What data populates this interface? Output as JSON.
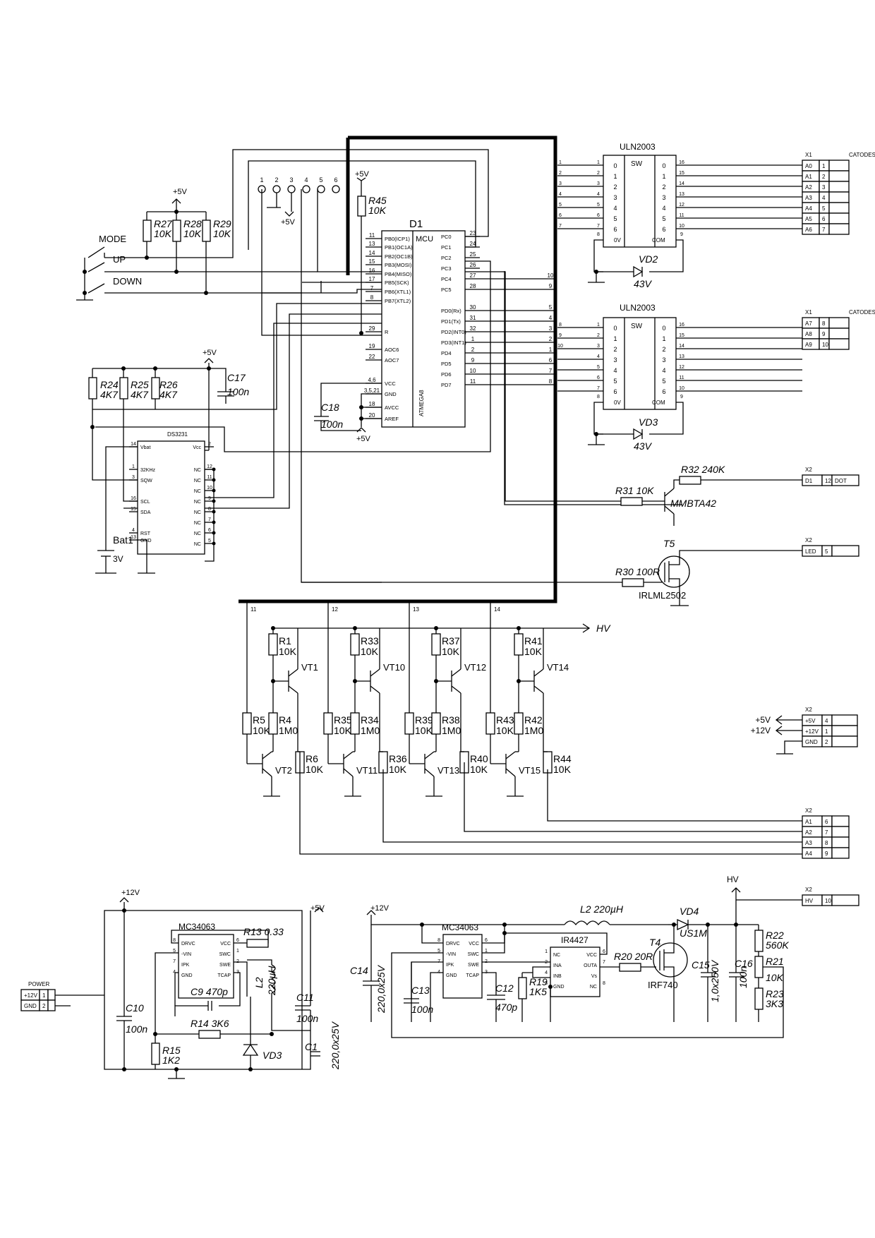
{
  "mcu": {
    "ref": "D1",
    "type": "MCU",
    "part": "ATMEGA8",
    "left_pins": [
      {
        "num": "11",
        "name": "PB0(ICP1)"
      },
      {
        "num": "13",
        "name": "PB1(OC1A)"
      },
      {
        "num": "14",
        "name": "PB2(OC1B)"
      },
      {
        "num": "15",
        "name": "PB3(MOSI)"
      },
      {
        "num": "16",
        "name": "PB4(MISO)"
      },
      {
        "num": "17",
        "name": "PB5(SCK)"
      },
      {
        "num": "7",
        "name": "PB6(XTL1)"
      },
      {
        "num": "8",
        "name": "PB7(XTL2)"
      },
      {
        "num": "29",
        "name": "R"
      },
      {
        "num": "19",
        "name": "AOC6"
      },
      {
        "num": "22",
        "name": "AOC7"
      },
      {
        "num": "4,6",
        "name": "VCC"
      },
      {
        "num": "3,5,21",
        "name": "GND"
      },
      {
        "num": "18",
        "name": "AVCC"
      },
      {
        "num": "20",
        "name": "AREF"
      }
    ],
    "right_pins": [
      {
        "num": "23",
        "name": "PC0"
      },
      {
        "num": "24",
        "name": "PC1"
      },
      {
        "num": "25",
        "name": "PC2"
      },
      {
        "num": "26",
        "name": "PC3"
      },
      {
        "num": "27",
        "name": "PC4"
      },
      {
        "num": "28",
        "name": "PC5"
      },
      {
        "num": "30",
        "name": "PD0(Rx)"
      },
      {
        "num": "31",
        "name": "PD1(Tx)"
      },
      {
        "num": "32",
        "name": "PD2(INT0)"
      },
      {
        "num": "1",
        "name": "PD3(INT1)"
      },
      {
        "num": "2",
        "name": "PD4"
      },
      {
        "num": "9",
        "name": "PD5"
      },
      {
        "num": "10",
        "name": "PD6"
      },
      {
        "num": "11",
        "name": "PD7"
      }
    ]
  },
  "rtc": {
    "part": "DS3231",
    "left_pins": [
      {
        "num": "14",
        "name": "Vbat"
      },
      {
        "num": "1",
        "name": "32KHz"
      },
      {
        "num": "3",
        "name": "SQW"
      },
      {
        "num": "16",
        "name": "SCL"
      },
      {
        "num": "15",
        "name": "SDA"
      },
      {
        "num": "4",
        "name": "RST"
      },
      {
        "num": "13",
        "name": "GND"
      }
    ],
    "right_pins": [
      {
        "num": "2",
        "name": "Vcc"
      },
      {
        "num": "12",
        "name": "NC"
      },
      {
        "num": "11",
        "name": "NC"
      },
      {
        "num": "10",
        "name": "NC"
      },
      {
        "num": "9",
        "name": "NC"
      },
      {
        "num": "8",
        "name": "NC"
      },
      {
        "num": "7",
        "name": "NC"
      },
      {
        "num": "6",
        "name": "NC"
      },
      {
        "num": "5",
        "name": "NC"
      }
    ]
  },
  "uln1": {
    "part": "ULN2003",
    "sw": "SW",
    "in_nums": [
      "1",
      "2",
      "3",
      "4",
      "5",
      "6",
      "7"
    ],
    "out_nums": [
      "16",
      "15",
      "14",
      "13",
      "12",
      "11",
      "10"
    ],
    "in_labels": [
      "0",
      "1",
      "2",
      "3",
      "4",
      "5",
      "6"
    ],
    "out_labels": [
      "0",
      "1",
      "2",
      "3",
      "4",
      "5",
      "6"
    ],
    "gnd": "0V",
    "com": "COM",
    "gnd_pin": "8",
    "com_pin": "9",
    "mcu_side": [
      "1",
      "2",
      "3",
      "4",
      "5",
      "6",
      "7"
    ]
  },
  "uln2": {
    "part": "ULN2003",
    "sw": "SW",
    "in_nums": [
      "1",
      "2",
      "3",
      "4",
      "5",
      "6",
      "7"
    ],
    "out_nums": [
      "16",
      "15",
      "14",
      "13",
      "12",
      "11",
      "10"
    ],
    "in_labels": [
      "0",
      "1",
      "2",
      "3",
      "4",
      "5",
      "6"
    ],
    "out_labels": [
      "0",
      "1",
      "2",
      "3",
      "4",
      "5",
      "6"
    ],
    "gnd": "0V",
    "com": "COM",
    "gnd_pin": "8",
    "com_pin": "9",
    "mcu_side": [
      "8",
      "9",
      "10"
    ]
  },
  "connectors": {
    "x1a": {
      "ref": "X1",
      "title": "CATODES",
      "rows": [
        [
          "A0",
          "1"
        ],
        [
          "A1",
          "2"
        ],
        [
          "A2",
          "3"
        ],
        [
          "A3",
          "4"
        ],
        [
          "A4",
          "5"
        ],
        [
          "A5",
          "6"
        ],
        [
          "A6",
          "7"
        ]
      ]
    },
    "x1b": {
      "ref": "X1",
      "title": "CATODES",
      "rows": [
        [
          "A7",
          "8"
        ],
        [
          "A8",
          "9"
        ],
        [
          "A9",
          "10"
        ]
      ]
    },
    "x2_dot": {
      "ref": "X2",
      "rows": [
        [
          "D1",
          "12",
          "DOT"
        ]
      ]
    },
    "x2_led": {
      "ref": "X2",
      "rows": [
        [
          "LED",
          "5"
        ]
      ]
    },
    "x2_pwr": {
      "ref": "X2",
      "rows": [
        [
          "+5V",
          "4"
        ],
        [
          "+12V",
          "1"
        ],
        [
          "GND",
          "2"
        ]
      ]
    },
    "x2_anodes": {
      "ref": "X2",
      "rows": [
        [
          "A1",
          "6"
        ],
        [
          "A2",
          "7"
        ],
        [
          "A3",
          "8"
        ],
        [
          "A4",
          "9"
        ]
      ]
    },
    "x2_hv": {
      "ref": "X2",
      "rows": [
        [
          "HV",
          "10"
        ]
      ]
    },
    "power": {
      "title": "POWER",
      "rows": [
        [
          "+12V",
          "1"
        ],
        [
          "GND",
          "2"
        ]
      ]
    }
  },
  "labels": {
    "mode": "MODE",
    "up": "UP",
    "down": "DOWN",
    "p5v": "+5V",
    "p12v": "+12V",
    "hv": "HV",
    "header_pins": [
      "1",
      "2",
      "3",
      "4",
      "5",
      "6"
    ],
    "bus_taps": [
      "11",
      "12",
      "13",
      "14"
    ],
    "mcu_right_nums": [
      "10",
      "9",
      "5",
      "4",
      "3",
      "2",
      "1",
      "6",
      "7",
      "8"
    ]
  },
  "components": {
    "r27": "R27",
    "r27v": "10K",
    "r28": "R28",
    "r28v": "10K",
    "r29": "R29",
    "r29v": "10K",
    "r45": "R45",
    "r45v": "10K",
    "r24": "R24",
    "r24v": "4K7",
    "r25": "R25",
    "r25v": "4K7",
    "r26": "R26",
    "r26v": "4K7",
    "c17": "C17",
    "c17v": "100n",
    "c18": "C18",
    "c18v": "100n",
    "bat1": "Bat1",
    "bat1v": "3V",
    "vd2": "VD2",
    "vd2v": "43V",
    "vd3": "VD3",
    "vd3v": "43V",
    "r32": "R32 240K",
    "r31": "R31 10K",
    "mmbta": "MMBTA42",
    "t5": "T5",
    "r30": "R30 100R",
    "irlml": "IRLML2502",
    "r1": "R1",
    "r1v": "10K",
    "vt1": "VT1",
    "r5": "R5",
    "r5v": "10K",
    "r4": "R4",
    "r4v": "1M0",
    "vt2": "VT2",
    "r6": "R6",
    "r6v": "10K",
    "r33": "R33",
    "r33v": "10K",
    "vt10": "VT10",
    "r35": "R35",
    "r35v": "10K",
    "r34": "R34",
    "r34v": "1M0",
    "vt11": "VT11",
    "r36": "R36",
    "r36v": "10K",
    "r37": "R37",
    "r37v": "10K",
    "vt12": "VT12",
    "r39": "R39",
    "r39v": "10K",
    "r38": "R38",
    "r38v": "1M0",
    "vt13": "VT13",
    "r40": "R40",
    "r40v": "10K",
    "r41": "R41",
    "r41v": "10K",
    "vt14": "VT14",
    "r43": "R43",
    "r43v": "10K",
    "r42": "R42",
    "r42v": "1M0",
    "vt15": "VT15",
    "r44": "R44",
    "r44v": "10K",
    "mc1": "MC34063",
    "r13": "R13 0.33",
    "c9": "C9  470p",
    "l2a": "L2",
    "l2av": "220µH",
    "c11": "C11",
    "c11v": "100n",
    "r14": "R14  3K6",
    "c10": "C10",
    "c10v": "100n",
    "r15": "R15",
    "r15v": "1K2",
    "vd3b": "VD3",
    "c1": "C1",
    "c1v": "220,0x25V",
    "mc2": "MC34063",
    "l2b": "L2  220µH",
    "vd4": "VD4",
    "us1m": "US1M",
    "ir4427": "IR4427",
    "t4": "T4",
    "irf740": "IRF740",
    "r20": "R20 20R",
    "c14": "C14",
    "c14v": "220,0x25V",
    "c13": "C13",
    "c13v": "100n",
    "c12": "C12",
    "c12v": "470p",
    "r19": "R19",
    "r19v": "1K5",
    "c15": "C15",
    "c15v": "1,0x250V",
    "c16": "C16",
    "c16v": "100n",
    "r22": "R22",
    "r22v": "560K",
    "r21": "R21",
    "r21v": "10K",
    "r23": "R23",
    "r23v": "3K3"
  },
  "mc34063_pins": {
    "left": [
      [
        "8",
        "DRVC"
      ],
      [
        "5",
        "-VIN"
      ],
      [
        "7",
        "IPK"
      ],
      [
        "4",
        "GND"
      ]
    ],
    "right": [
      [
        "6",
        "VCC"
      ],
      [
        "1",
        "SWC"
      ],
      [
        "2",
        "SWE"
      ],
      [
        "3",
        "TCAP"
      ]
    ]
  },
  "ir4427_pins": {
    "left": [
      [
        "1",
        "NC"
      ],
      [
        "2",
        "INA"
      ],
      [
        "4",
        "INB"
      ],
      [
        "3",
        "GND"
      ]
    ],
    "right": [
      [
        "6",
        "VCC"
      ],
      [
        "7",
        "OUTA"
      ],
      [
        "",
        "Vs"
      ],
      [
        "8",
        "NC"
      ]
    ]
  }
}
